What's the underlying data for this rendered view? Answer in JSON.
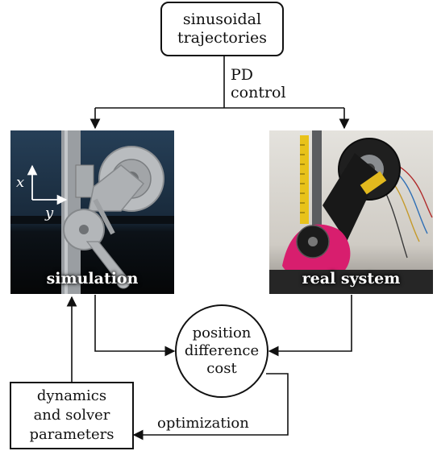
{
  "nodes": {
    "sinusoidal": {
      "line1": "sinusoidal",
      "line2": "trajectories"
    },
    "pd_control": {
      "line1": "PD",
      "line2": "control"
    },
    "simulation": {
      "caption": "simulation",
      "axis_x": "x",
      "axis_y": "y"
    },
    "real_system": {
      "caption": "real system"
    },
    "cost": {
      "line1": "position",
      "line2": "difference",
      "line3": "cost"
    },
    "params": {
      "line1": "dynamics",
      "line2": "and solver",
      "line3": "parameters"
    },
    "optimization": {
      "label": "optimization"
    }
  },
  "colors": {
    "stroke": "#111111",
    "sim_bg": "#1d3448",
    "real_bg": "#cfcdc7",
    "robot_dark": "#1a1a1a",
    "fabric": "#d81e6e",
    "ruler": "#e8c21a"
  }
}
